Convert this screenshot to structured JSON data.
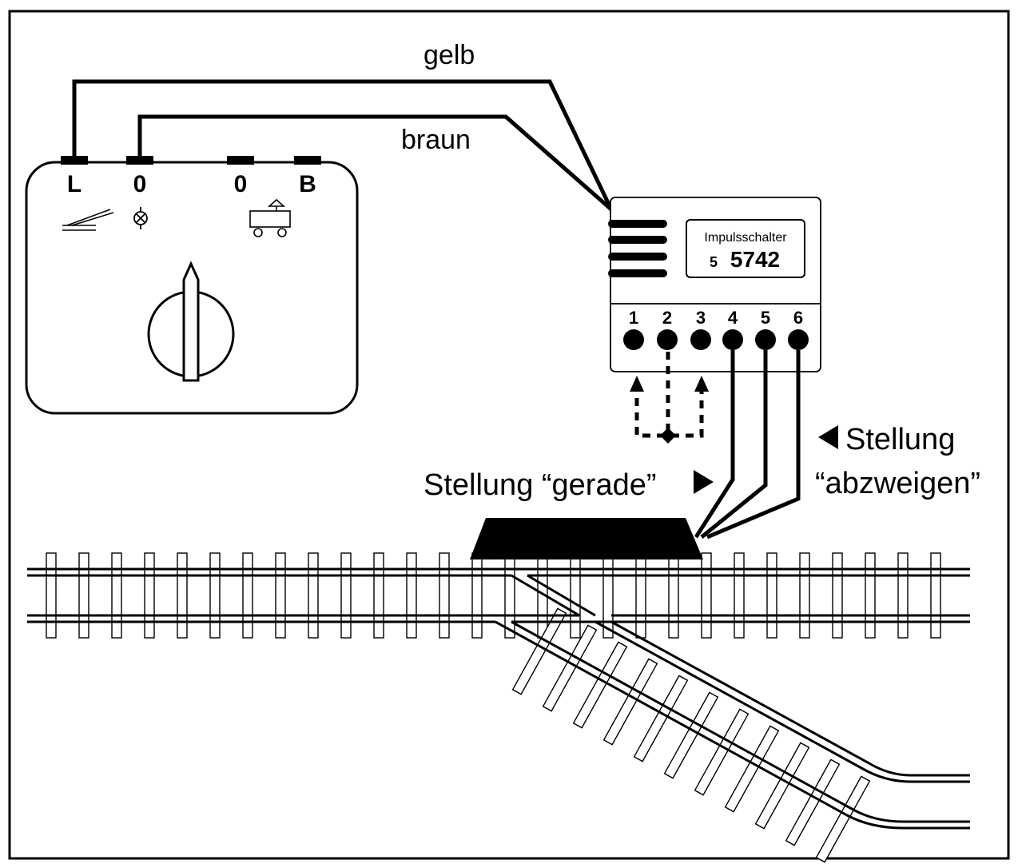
{
  "wires": {
    "yellow_label": "gelb",
    "brown_label": "braun"
  },
  "transformer": {
    "terminals": [
      "L",
      "0",
      "0",
      "B"
    ]
  },
  "pulse_switch": {
    "title": "Impulsschalter",
    "prefix": "5",
    "number": "5742",
    "terminals": [
      "1",
      "2",
      "3",
      "4",
      "5",
      "6"
    ]
  },
  "position_straight": "Stellung “gerade”",
  "position_branch_line1": "Stellung",
  "position_branch_line2": "“abzweigen”",
  "colors": {
    "ink": "#000000",
    "paper": "#ffffff"
  }
}
